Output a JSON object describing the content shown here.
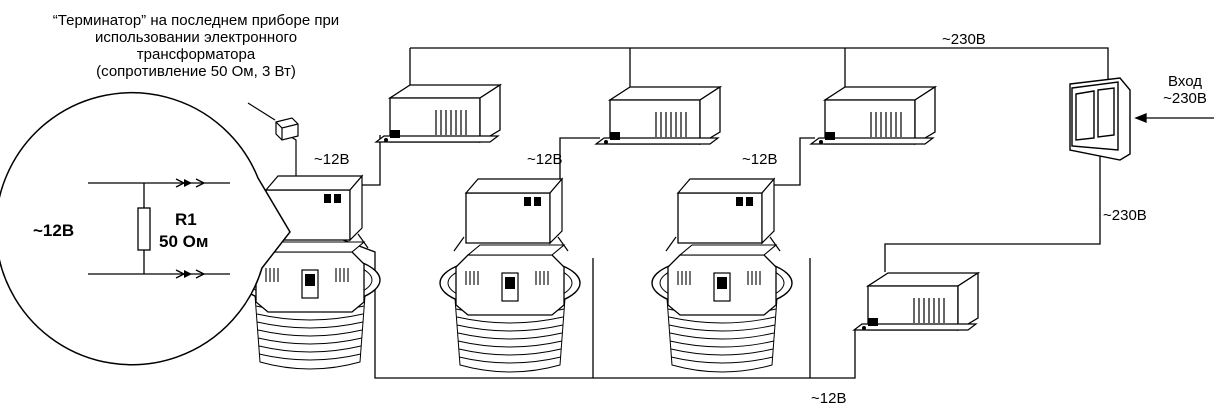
{
  "note_lines": [
    "“Терминатор” на последнем приборе при",
    "использовании электронного",
    "трансформатора",
    "(сопротивление 50 Ом, 3 Вт)"
  ],
  "labels": {
    "mains_top": "~230В",
    "mains_right": "~230В",
    "input_line1": "Вход",
    "input_line2": "~230В",
    "low_1": "~12В",
    "low_2": "~12В",
    "low_3": "~12В",
    "low_bottom": "~12В"
  },
  "inset": {
    "voltage": "~12В",
    "resistor_name": "R1",
    "resistor_value": "50 Ом"
  },
  "counts": {
    "transformers": 4,
    "lamps": 3
  }
}
